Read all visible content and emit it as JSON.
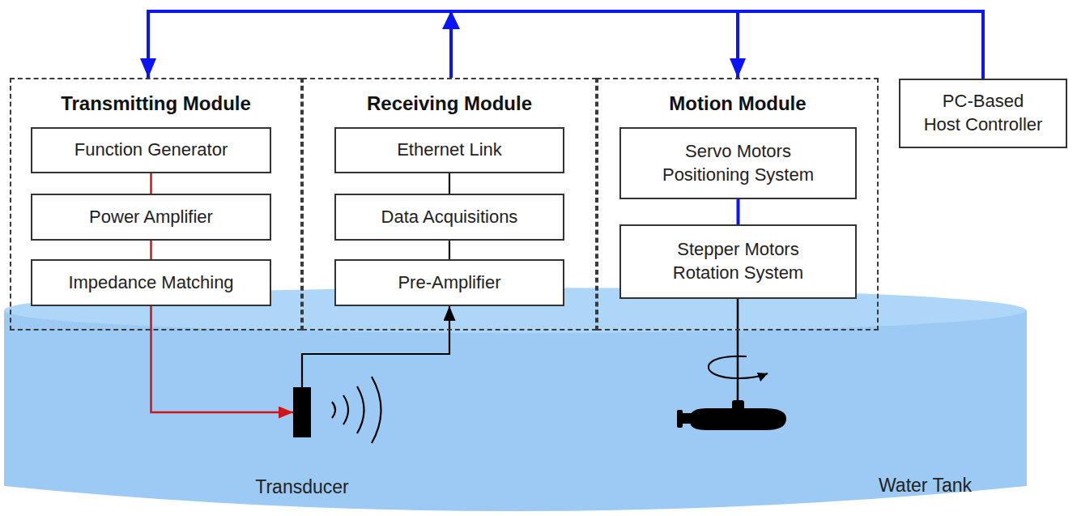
{
  "diagram": {
    "nodes": [
      {
        "text": [
          "Transmitting Module"
        ]
      },
      {
        "text": [
          "Function Generator"
        ],
        "in": 0
      },
      {
        "text": [
          "Power Amplifier"
        ],
        "in": 0
      },
      {
        "text": [
          "Impedance Matching"
        ],
        "in": 0
      },
      {
        "text": [
          "Receiving Module"
        ]
      },
      {
        "text": [
          "Ethernet Link"
        ],
        "in": 4
      },
      {
        "text": [
          "Data Acquisitions"
        ],
        "in": 4
      },
      {
        "text": [
          "Pre-Amplifier"
        ],
        "in": 4
      },
      {
        "text": [
          "Motion Module"
        ]
      },
      {
        "text": [
          "Servo Motors Positioning System"
        ],
        "in": 8
      },
      {
        "text": [
          "Stepper Motors Rotation System"
        ],
        "in": 8
      },
      {
        "text": [
          "PC-Based Host Controller"
        ]
      },
      {
        "text": [
          "Transducer"
        ]
      }
    ],
    "edges": [
      {
        "from": 11,
        "to": 0,
        "arrow": "to"
      },
      {
        "from": 4,
        "to": 11,
        "arrow": "to"
      },
      {
        "from": 11,
        "to": 8,
        "arrow": "to"
      },
      {
        "from": 1,
        "to": 2,
        "arrow": "none"
      },
      {
        "from": 2,
        "to": 3,
        "arrow": "none"
      },
      {
        "from": 5,
        "to": 6,
        "arrow": "none"
      },
      {
        "from": 6,
        "to": 7,
        "arrow": "none"
      },
      {
        "from": 9,
        "to": 10,
        "arrow": "none"
      },
      {
        "from": 3,
        "to": 12,
        "arrow": "to"
      },
      {
        "from": 12,
        "to": 7,
        "arrow": "to"
      }
    ],
    "labels": [
      "Water Tank"
    ]
  }
}
